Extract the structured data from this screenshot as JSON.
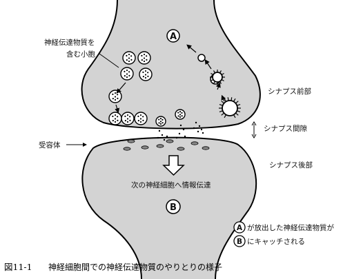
{
  "labels": {
    "vesicle_line1": "神経伝達物質を",
    "vesicle_line2": "含む小胞",
    "receptor": "受容体",
    "presynaptic": "シナプス前部",
    "cleft": "シナプス間隙",
    "postsynaptic": "シナプス後部",
    "transmission": "次の神経細胞へ情報伝達",
    "marker_a": "A",
    "marker_b": "B"
  },
  "legend": {
    "marker_a": "A",
    "marker_b": "B",
    "line_a": "が放出した神経伝達物質が",
    "line_b": "にキャッチされる"
  },
  "caption": {
    "figure_no": "図11-1",
    "text": "神経細胞間での神経伝達物質のやりとりの様子"
  }
}
